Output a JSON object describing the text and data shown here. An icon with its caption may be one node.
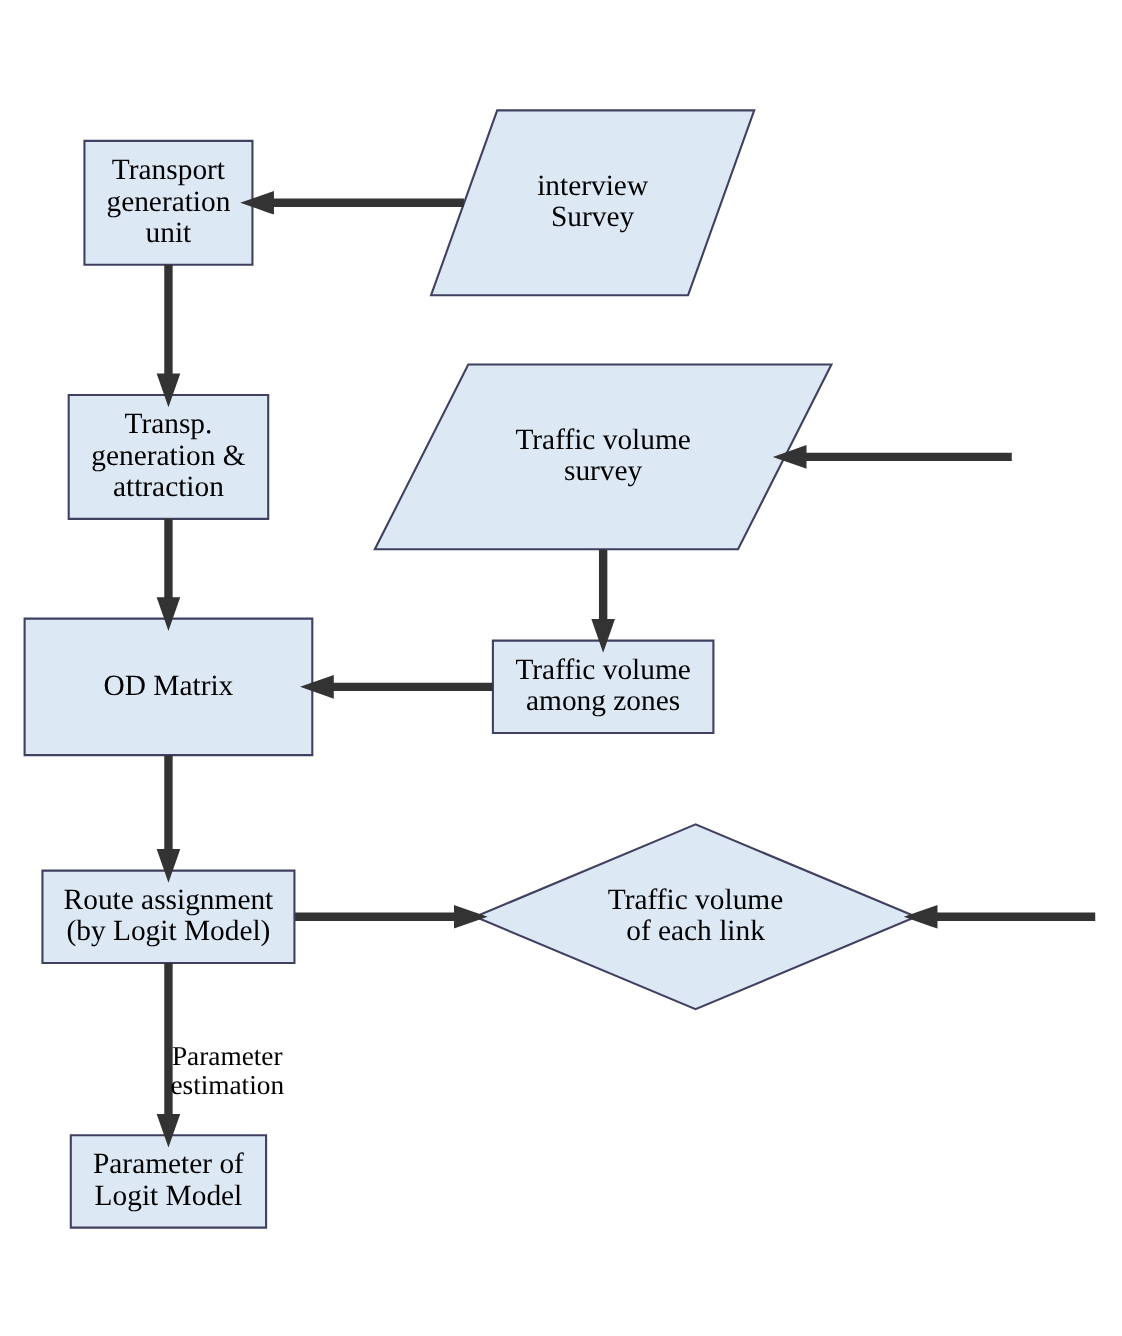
{
  "diagram": {
    "nodes": [
      {
        "text": [
          "Transport generation unit"
        ]
      },
      {
        "text": [
          "interview Survey"
        ]
      },
      {
        "text": [
          "Transp. generation & attraction"
        ]
      },
      {
        "text": [
          "Traffic volume survey"
        ]
      },
      {
        "text": [
          "OD Matrix"
        ]
      },
      {
        "text": [
          "Traffic volume among zones"
        ]
      },
      {
        "text": [
          "Route assignment (by Logit Model)"
        ]
      },
      {
        "text": [
          "Traffic volume of each link"
        ]
      },
      {
        "text": [
          "Parameter of Logit Model"
        ]
      }
    ],
    "edges": [
      {
        "from": 1,
        "to": 0,
        "arrow": "to"
      },
      {
        "from": 0,
        "to": 2,
        "arrow": "to"
      },
      {
        "from": null,
        "to": 3,
        "arrow": "to"
      },
      {
        "from": 2,
        "to": 4,
        "arrow": "to"
      },
      {
        "from": 3,
        "to": 5,
        "arrow": "to"
      },
      {
        "from": 5,
        "to": 4,
        "arrow": "to"
      },
      {
        "from": 4,
        "to": 6,
        "arrow": "to"
      },
      {
        "from": 6,
        "to": 7,
        "arrow": "to"
      },
      {
        "from": null,
        "to": 7,
        "arrow": "to"
      },
      {
        "from": 6,
        "to": 8,
        "arrow": "to",
        "label": "Parameter estimation"
      }
    ]
  }
}
